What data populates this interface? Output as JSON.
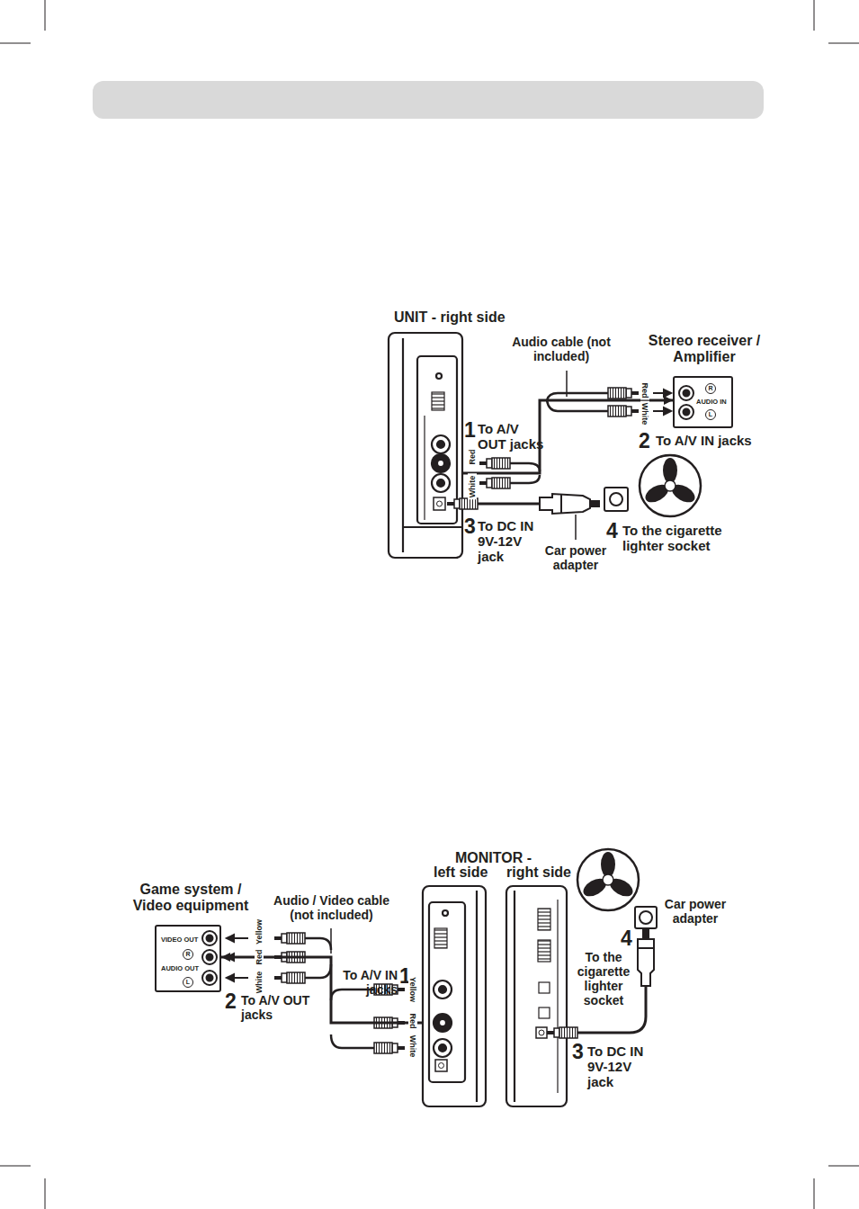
{
  "diagram": {
    "nodes": [
      {
        "text": [
          "UNIT - right side"
        ]
      },
      {
        "text": [
          "Stereo receiver / Amplifier",
          "AUDIO IN",
          "R",
          "L"
        ]
      },
      {
        "text": [
          "Game system / Video equipment",
          "VIDEO OUT",
          "R",
          "AUDIO OUT",
          "L"
        ]
      },
      {
        "text": [
          "left side"
        ]
      },
      {
        "text": [
          "right side"
        ]
      }
    ],
    "edges": [
      {
        "from": 0,
        "to": 1,
        "arrow": "to",
        "label": "Audio cable (not included)"
      },
      {
        "from": 3,
        "to": 2,
        "arrow": "to",
        "label": "Audio / Video cable (not included)"
      }
    ],
    "labels": [
      "1",
      "To A/V OUT jacks",
      "Red",
      "White",
      "Red",
      "White",
      "2",
      "To A/V IN jacks",
      "3",
      "To DC IN 9V-12V jack",
      "Car power adapter",
      "4",
      "To the cigarette lighter socket",
      "MONITOR -",
      "Yellow",
      "Red",
      "White",
      "2",
      "To A/V OUT jacks",
      "1",
      "To A/V IN jacks",
      "Yellow",
      "Red",
      "White",
      "Car power adapter",
      "4",
      "To the cigarette lighter socket",
      "3",
      "To DC IN 9V-12V jack"
    ]
  }
}
